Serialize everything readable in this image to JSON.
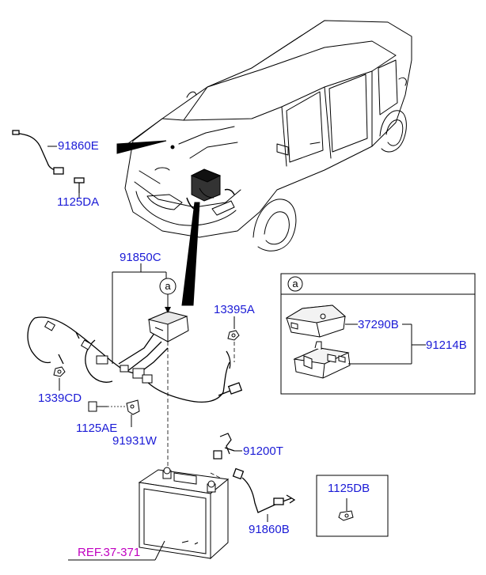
{
  "diagram": {
    "parts": {
      "p91860E": "91860E",
      "p1125DA": "1125DA",
      "p91850C": "91850C",
      "p13395A": "13395A",
      "p1339CD": "1339CD",
      "p1125AE": "1125AE",
      "p91931W": "91931W",
      "p91200T": "91200T",
      "p91860B": "91860B",
      "p1125DB": "1125DB",
      "p37290B": "37290B",
      "p91214B": "91214B"
    },
    "reference": "REF.37-371",
    "callout": "a",
    "detail_marker": "a"
  },
  "colors": {
    "part_label": "#1b1bd6",
    "reference_label": "#c000c0",
    "line": "#000000"
  }
}
